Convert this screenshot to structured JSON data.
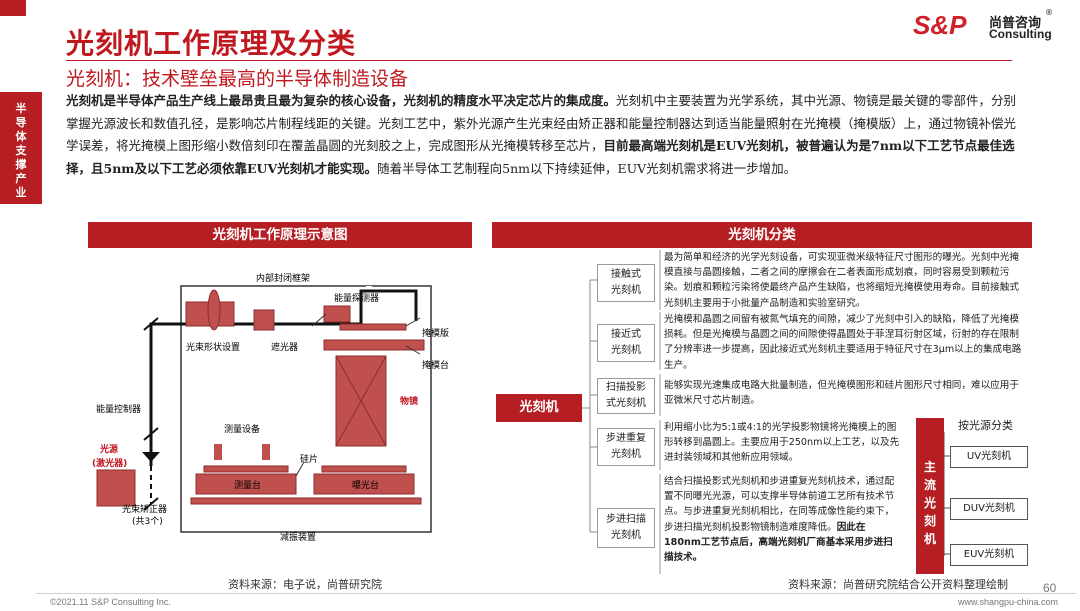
{
  "side_label": "半导体支撑产业",
  "header": {
    "title": "光刻机工作原理及分类",
    "subtitle": "光刻机：技术壁垒最高的半导体制造设备"
  },
  "logo": {
    "mark": "S&P",
    "cn": "尚普咨询",
    "en": "Consulting",
    "reg": "®"
  },
  "intro": {
    "b1": "光刻机是半导体产品生产线上最昂贵且最为复杂的核心设备，光刻机的精度水平决定芯片的集成度。",
    "t1": "光刻机中主要装置为光学系统，其中光源、物镜是最关键的零部件，分别掌握光源波长和数值孔径，是影响芯片制程线距的关键。光刻工艺中，紫外光源产生光束经由矫正器和能量控制器达到适当能量照射在光掩模（掩模版）上，通过物镜补偿光学误差，将光掩模上图形缩小数倍刻印在覆盖晶圆的光刻胶之上，完成图形从光掩模转移至芯片，",
    "b2": "目前最高端光刻机是EUV光刻机，被普遍认为是7nm以下工艺节点最佳选择，且5nm及以下工艺必须依靠EUV光刻机才能实现。",
    "t2": "随着半导体工艺制程向5nm以下持续延伸，EUV光刻机需求将进一步增加。"
  },
  "left_section": {
    "title": "光刻机工作原理示意图",
    "labels": {
      "inner_frame": "内部封闭框架",
      "energy_detector": "能量探测器",
      "beam_shaper": "光束形状设置",
      "shutter": "遮光器",
      "mask": "掩模版",
      "mask_stage": "掩模台",
      "objective": "物镜",
      "energy_controller": "能量控制器",
      "light_source": "光源\n(激光器)",
      "measure_device": "测量设备",
      "wafer": "硅片",
      "measure_stage": "测量台",
      "exposure_stage": "曝光台",
      "beam_corrector": "光束矫正器\n(共3个)",
      "damper": "减振装置"
    },
    "source": "资料来源：电子说，尚普研究院"
  },
  "right_section": {
    "title": "光刻机分类",
    "root": "光刻机",
    "items": [
      {
        "name": "接触式\n光刻机",
        "desc": "最为简单和经济的光学光刻设备，可实现亚微米级特征尺寸图形的曝光。光刻中光掩模直接与晶圆接触，二者之间的摩擦会在二者表面形成划痕，同时容易受到颗粒污染。划痕和颗粒污染将使最终产品产生缺陷，也将缩短光掩模使用寿命。目前接触式光刻机主要用于小批量产品制造和实验室研究。"
      },
      {
        "name": "接近式\n光刻机",
        "desc": "光掩模和晶圆之间留有被氮气填充的间隙，减少了光刻中引入的缺陷，降低了光掩模损耗。但是光掩模与晶圆之间的间隙使得晶圆处于菲涅耳衍射区域，衍射的存在限制了分辨率进一步提高，因此接近式光刻机主要适用于特征尺寸在3μm以上的集成电路生产。"
      },
      {
        "name": "扫描投影\n式光刻机",
        "desc": "能够实现光速集成电路大批量制造，但光掩模图形和硅片图形尺寸相同，难以应用于亚微米尺寸芯片制造。"
      },
      {
        "name": "步进重复\n光刻机",
        "desc": "利用缩小比为5:1或4:1的光学投影物镜将光掩模上的图形转移到晶圆上。主要应用于250nm以上工艺，以及先进封装领域和其他新应用领域。"
      },
      {
        "name": "步进扫描\n光刻机",
        "desc": "结合扫描投影式光刻机和步进重复光刻机技术，通过配置不同曝光光源，可以支撑半导体前道工艺所有技术节点。与步进重复光刻机相比，在同等成像性能约束下，步进扫描光刻机投影物镜制造难度降低。",
        "desc_bold": "因此在180nm工艺节点后，高端光刻机厂商基本采用步进扫描技术。"
      }
    ],
    "mainstream": "主流光刻机",
    "light_title": "按光源分类",
    "light_types": [
      "UV光刻机",
      "DUV光刻机",
      "EUV光刻机"
    ],
    "source": "资料来源：尚普研究院结合公开资料整理绘制"
  },
  "footer": {
    "copyright": "©2021.11  S&P Consulting Inc.",
    "url": "www.shangpu-china.com",
    "page": "60"
  },
  "colors": {
    "brand_red": "#b51f24",
    "title_red": "#c0181f",
    "device_red": "#c0504d"
  }
}
